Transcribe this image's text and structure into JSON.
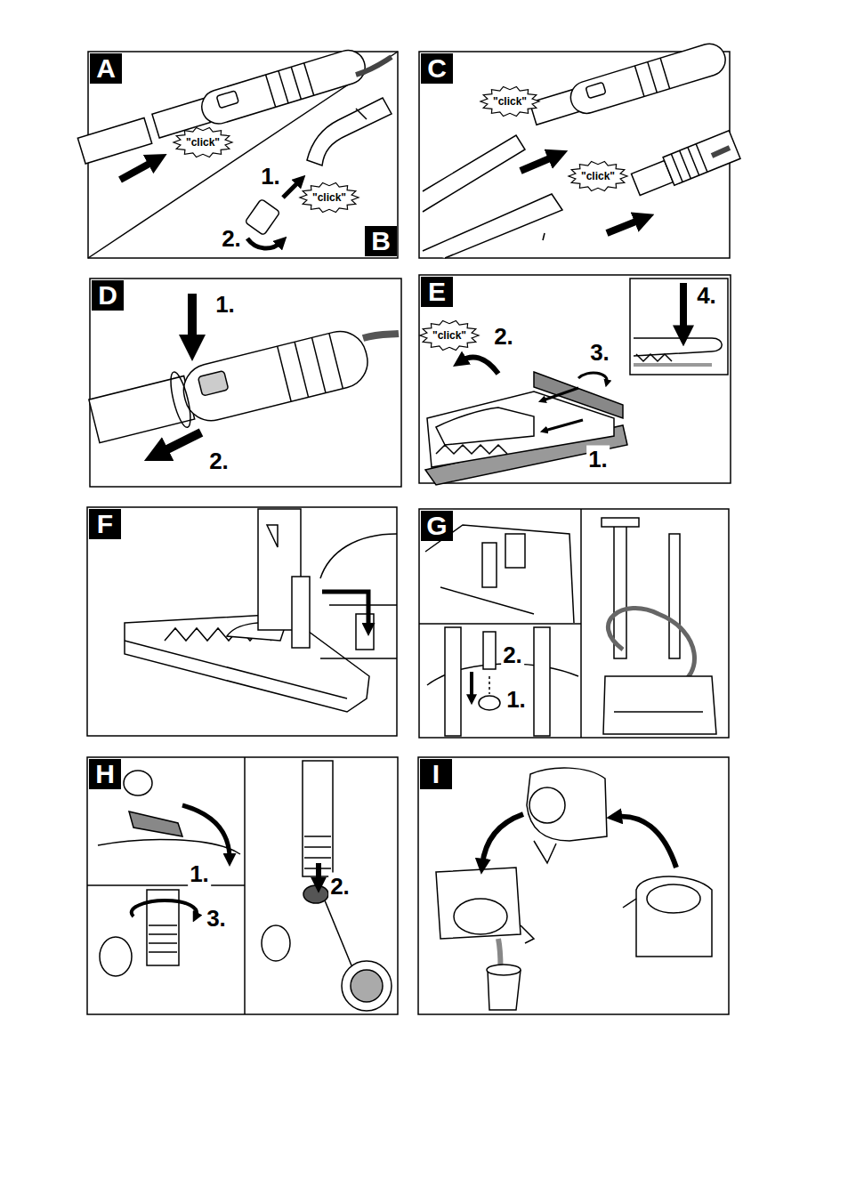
{
  "diagram": {
    "labels": [
      "A",
      "\"click\"",
      "1.",
      "\"click\"",
      "2.",
      "B",
      "C",
      "\"click\"",
      "\"click\"",
      "D",
      "1.",
      "2.",
      "E",
      "\"click\"",
      "2.",
      "3.",
      "1.",
      "4.",
      "F",
      "G",
      "2.",
      "1.",
      "H",
      "1.",
      "3.",
      "2.",
      "I"
    ]
  }
}
